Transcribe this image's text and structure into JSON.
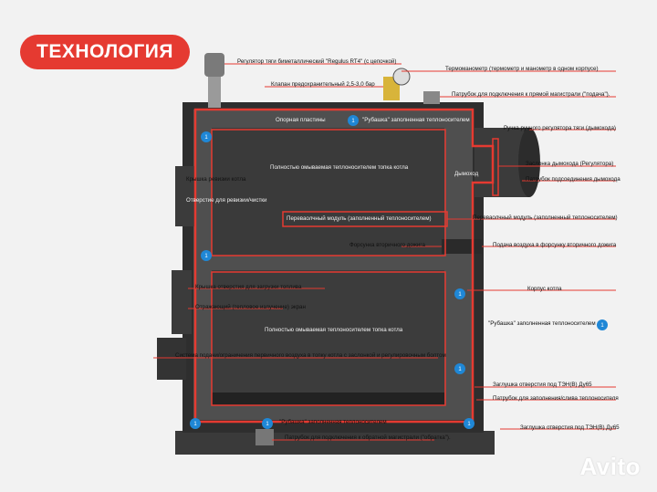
{
  "header": {
    "title": "ТЕХНОЛОГИЯ"
  },
  "labels": {
    "regulator": "Регулятор тяги биметаллический \"Regulus RT4\" (с цепочкой)",
    "thermomanometer": "Термоманометр (термометр и манометр в одном корпусе)",
    "valve": "Клапан предохранительный 2,5-3,0 бар",
    "supply_pipe": "Патрубок для подключения к прямой магистрали (\"подача\").",
    "support_plates": "Опорная пластины",
    "jacket_top": "\"Рубашка\" заполненная теплоносителем",
    "flue_handle": "Ручка ручного регулятора тяги (дымохода)",
    "chimney": "Дымоход",
    "flue_damper": "Заслонка дымохода (Регулятора)",
    "flue_pipe": "Патрубок подсоединения дымохода",
    "washed_top": "Полностью омываемая теплоносителем топка котла",
    "cleaning_cover": "Крышка ревизии котла",
    "cleaning_hole": "Отверстие для ревизии/чистки",
    "transfer_module_inner": "Переваолчный модуль (заполненный теплоносителем)",
    "transfer_module": "Переваолчный модуль (заполненный теплоносителем)",
    "secondary_nozzle": "Форсунка вторичного дожига",
    "secondary_air": "Подача воздуха в форсунку вторичного дожига",
    "body": "Корпус котла",
    "loading_cover": "Крышка отверстия для загрузки топлива",
    "reflective_screen": "Отражающий (тепловое излучение) экран",
    "washed_bottom": "Полностью омываемая теплоносителем топка котла",
    "jacket_right": "\"Рубашка\" заполненная теплоносителем",
    "primary_air": "Система подачи/ограничения первичного воздуха в топку котла с заслонкой и регулировочным болтом",
    "heater_plug_upper": "Заглушка отверстия под ТЭН(В) Ду65",
    "fill_pipe": "Патрубок для заполнения/слива теплоносителя",
    "jacket_bottom": "\"Рубашка\" заполненная теплоносителем",
    "heater_plug_lower": "Заглушка отверстия под ТЭН(В) Ду65",
    "return_pipe": "Патрубок для подключения к обратной магистрали (\"обратка\")."
  },
  "marker_label": "1",
  "watermark": "Avito",
  "colors": {
    "accent": "#e53a31",
    "body_dark": "#2b2b2b",
    "furnace": "#383838",
    "jacket": "#555555",
    "marker": "#1f87d6"
  }
}
